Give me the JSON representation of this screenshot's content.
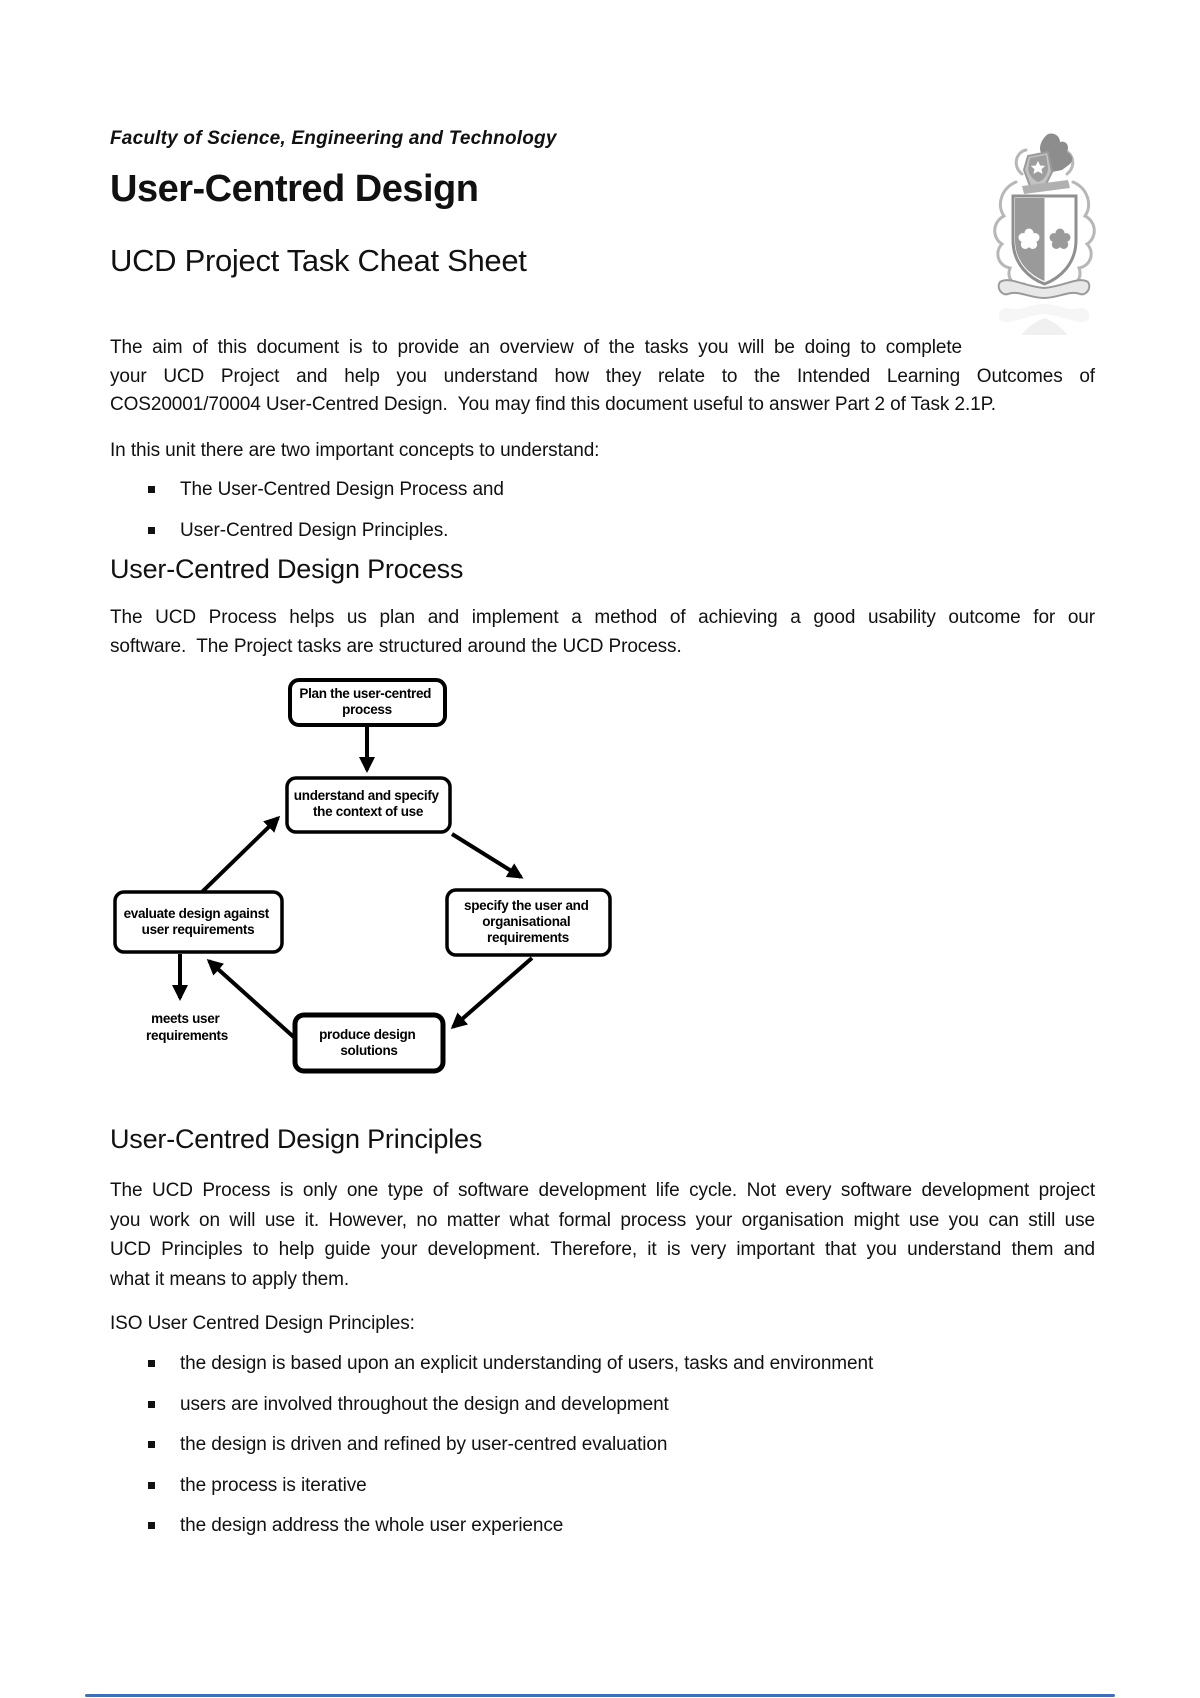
{
  "page": {
    "faculty": "Faculty of Science, Engineering and Technology",
    "title": "User-Centred Design",
    "subtitle": "UCD Project Task Cheat Sheet"
  },
  "intro": {
    "lines": [
      "The aim of this document is to provide an overview of the tasks you will be doing to complete",
      "your UCD Project and help you understand how they relate to the Intended Learning Outcomes of",
      "COS20001/70004 User-Centred Design.  You may find this document useful to answer Part 2 of Task 2.1P."
    ],
    "concepts_lead": "In this unit there are two important concepts to understand:",
    "concepts": [
      "The User-Centred Design Process and",
      "User-Centred Design Principles."
    ]
  },
  "process": {
    "heading": "User-Centred Design Process",
    "lines": [
      "The UCD Process helps us plan and implement a method of achieving a good usability outcome for our",
      "software.  The Project tasks are structured around the UCD Process."
    ]
  },
  "diagram": {
    "plan": {
      "lines": [
        "Plan the user-centred",
        "process"
      ]
    },
    "understand": {
      "lines": [
        "understand and specify",
        "the context of use"
      ]
    },
    "evaluate": {
      "lines": [
        "evaluate design against",
        "user requirements"
      ]
    },
    "specify": {
      "lines": [
        "specify the user and",
        "organisational",
        "requirements"
      ]
    },
    "produce": {
      "lines": [
        "produce design",
        "solutions"
      ]
    },
    "meets": {
      "lines": [
        "meets user",
        "requirements"
      ]
    }
  },
  "principles": {
    "heading": "User-Centred Design Principles",
    "lines": [
      "The UCD Process is only one type of software development life cycle. Not every software development project",
      "you work on will use it. However, no matter what formal process your organisation might use you can still use",
      "UCD Principles to help guide your development. Therefore, it is very important that you understand them and",
      "what it means to apply them."
    ],
    "iso_lead": "ISO User Centred Design Principles:",
    "items": [
      "the design is based upon an explicit understanding of users, tasks and environment",
      "users are involved throughout the design and development",
      "the design is driven and refined by user-centred evaluation",
      "the process is iterative",
      "the design address the whole user experience"
    ]
  },
  "footer": {
    "rule_color": "#3f6fb5"
  }
}
